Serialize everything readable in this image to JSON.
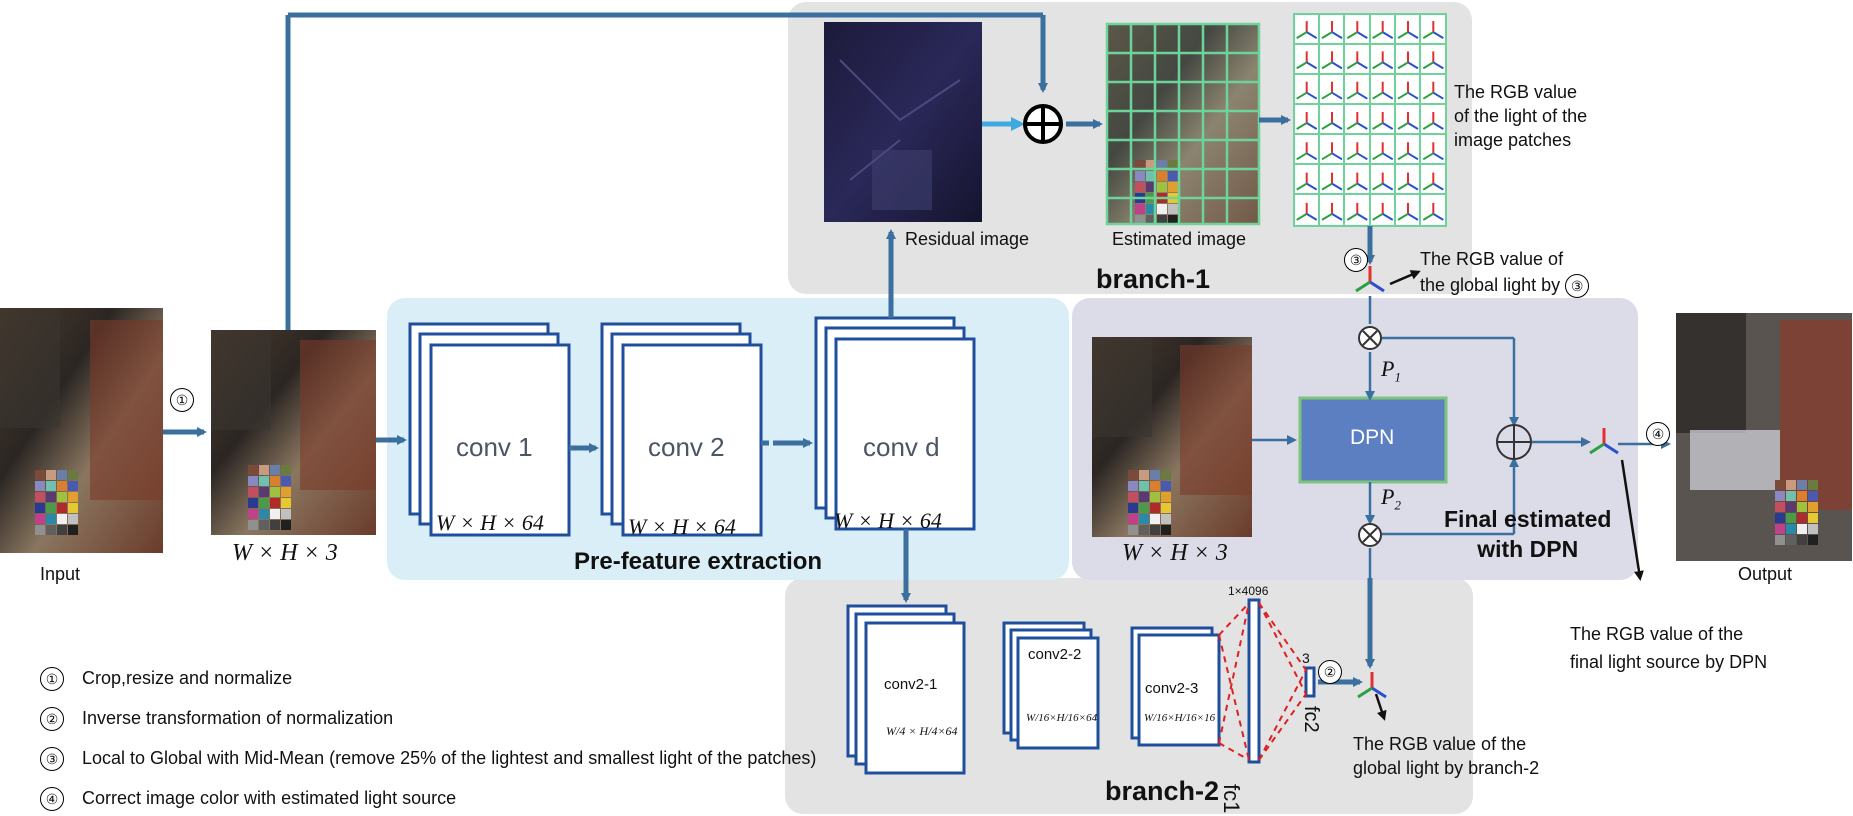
{
  "labels": {
    "input": "Input",
    "output": "Output",
    "input_dims": "W × H × 3",
    "residual_image": "Residual image",
    "estimated_image": "Estimated image",
    "patch_rgb": [
      "The RGB value",
      "of the light of the",
      "image patches"
    ],
    "global_rgb_1": [
      "The RGB value of",
      "the global light by"
    ],
    "branch1": "branch-1",
    "branch2": "branch-2",
    "pre_feature": "Pre-feature extraction",
    "dpn": "DPN",
    "dpn_input_dims": "W × H × 3",
    "p1": "P",
    "p1_sub": "1",
    "p2": "P",
    "p2_sub": "2",
    "final_estimated": [
      "Final estimated",
      "with DPN"
    ],
    "final_rgb": [
      "The RGB value of the",
      "final light source  by DPN"
    ],
    "global_rgb_2": [
      "The RGB value of the",
      "global light by branch-2"
    ],
    "fc1_size": "1×4096",
    "fc1": "fc1",
    "fc2": "fc2",
    "fc2_size": "3"
  },
  "conv_blocks": [
    {
      "name": "conv 1",
      "dims": "W × H × 64"
    },
    {
      "name": "conv 2",
      "dims": "W × H × 64"
    },
    {
      "name": "conv d",
      "dims": "W × H × 64"
    }
  ],
  "branch2_convs": [
    {
      "name": "conv2-1",
      "w": "W/4",
      "h": "H/4",
      "c": "×64"
    },
    {
      "name": "conv2-2",
      "w": "W/16",
      "h": "H/16",
      "c": "×64"
    },
    {
      "name": "conv2-3",
      "w": "W/16",
      "h": "H/16",
      "c": "×16"
    }
  ],
  "steps": [
    "①",
    "②",
    "③",
    "④"
  ],
  "legend": [
    {
      "num": "①",
      "text": "Crop,resize and normalize"
    },
    {
      "num": "②",
      "text": "Inverse transformation of normalization"
    },
    {
      "num": "③",
      "text": "Local to Global with Mid-Mean (remove 25% of the lightest and smallest light of the patches)"
    },
    {
      "num": "④",
      "text": "Correct image color with estimated light source"
    }
  ],
  "colors": {
    "arrow": "#3a6f9e",
    "branch_bg": "#e3e3e3",
    "prefeature_bg": "#d9eef7",
    "final_bg": "#dcdbe8",
    "conv_border": "#1f4e9c",
    "dpn_fill": "#5b7fc0",
    "dpn_border": "#7bc67b",
    "grid": "#6dd39a",
    "fc_dash": "#e02020"
  }
}
